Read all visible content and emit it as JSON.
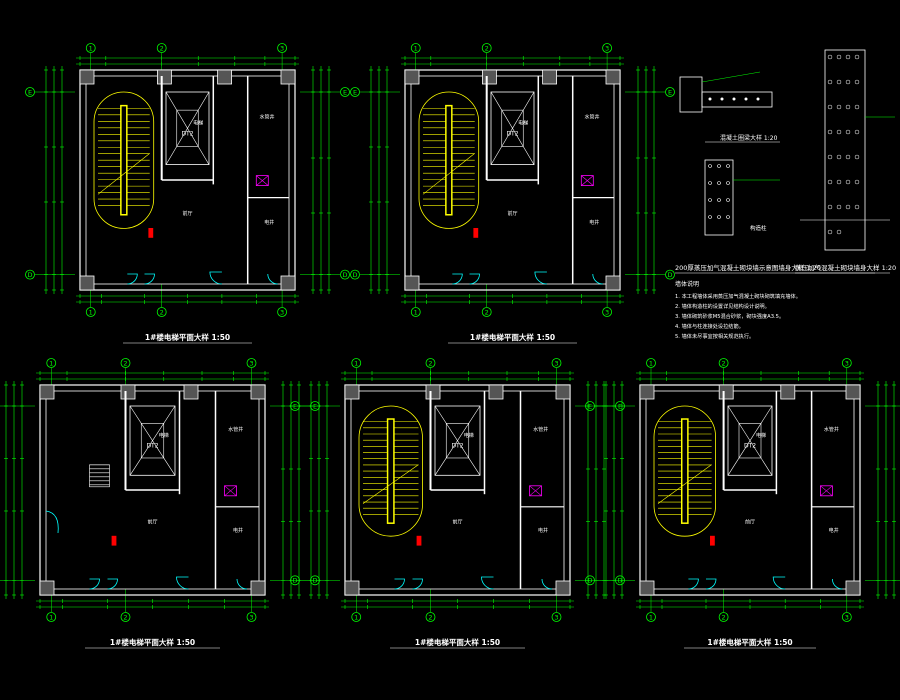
{
  "colors": {
    "background": "#000000",
    "wall": "#ffffff",
    "dimension": "#00ff00",
    "stair": "#ffff00",
    "handrail": "#ffff00",
    "door": "#00ffff",
    "axis": "#00ff00",
    "title": "#ffffff",
    "red": "#ff0000",
    "hatch": "#ff00ff",
    "text": "#ffffff"
  },
  "axis_labels": {
    "cols": [
      "1",
      "2",
      "3"
    ],
    "rows_left": [
      "E",
      "D"
    ],
    "rows_right": [
      "E",
      "D"
    ]
  },
  "room_labels": {
    "elevator": "电梯",
    "elevator_code": "DT2",
    "water": "水管井",
    "hall": "前厅",
    "shaft": "井道",
    "electric": "电井"
  },
  "plans": [
    {
      "title": "1#楼电梯平面大样  1:50",
      "variant": "stair"
    },
    {
      "title": "1#楼电梯平面大样  1:50",
      "variant": "stair"
    },
    {
      "title": "1#楼电梯平面大样  1:50",
      "variant": "ground"
    },
    {
      "title": "1#楼电梯平面大样  1:50",
      "variant": "stair"
    },
    {
      "title": "1#楼电梯平面大样  1:50",
      "variant": "stair"
    }
  ],
  "details": {
    "detail1_title": "混凝土圈梁大样  1:20",
    "detail2_title": "构造柱",
    "detail3_title": "蒸压加气混凝土砌块墙身大样  1:20",
    "detail4_title": "200厚蒸压加气混凝土砌块墙示意图墙身大样  1:20"
  },
  "notes": {
    "heading": "墙体说明",
    "lines": [
      "1. 本工程墙体采用蒸压加气混凝土砌块砌筑填充墙体。",
      "2. 墙体构造柱的设置详见结构设计说明。",
      "3. 墙体砌筑砂浆M5混合砂浆，砌块强度A3.5。",
      "4. 墙体与柱连接处设拉结筋。",
      "5. 墙体未尽事宜按相关规范执行。"
    ]
  }
}
